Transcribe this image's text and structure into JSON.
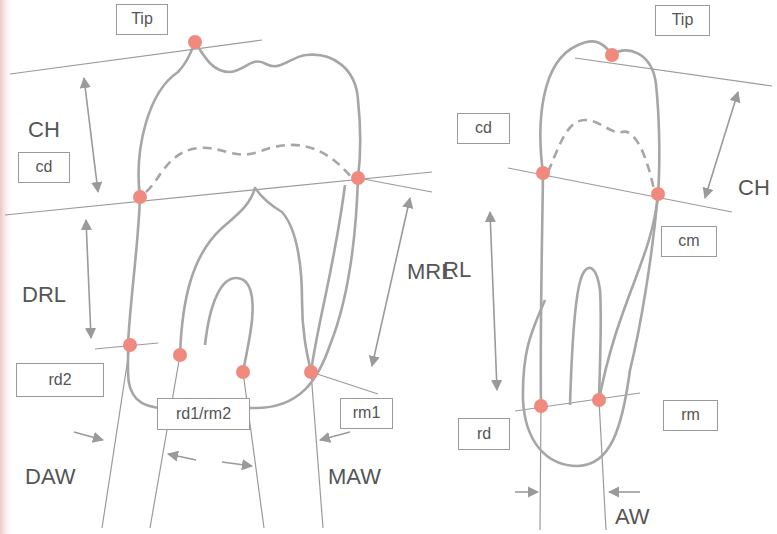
{
  "diagram": {
    "nodes": [
      {
        "text": [
          "Tip"
        ]
      },
      {
        "text": [
          "cd"
        ]
      },
      {
        "text": [
          "rd2"
        ]
      },
      {
        "text": [
          "rd1/rm2"
        ]
      },
      {
        "text": [
          "rm1"
        ]
      },
      {
        "text": [
          "Tip"
        ]
      },
      {
        "text": [
          "cd"
        ]
      },
      {
        "text": [
          "cm"
        ]
      },
      {
        "text": [
          "rd"
        ]
      },
      {
        "text": [
          "rm"
        ]
      }
    ],
    "labels": [
      "CH",
      "DRL",
      "MRL",
      "DAW",
      "MAW",
      "CH",
      "RL",
      "AW"
    ]
  }
}
